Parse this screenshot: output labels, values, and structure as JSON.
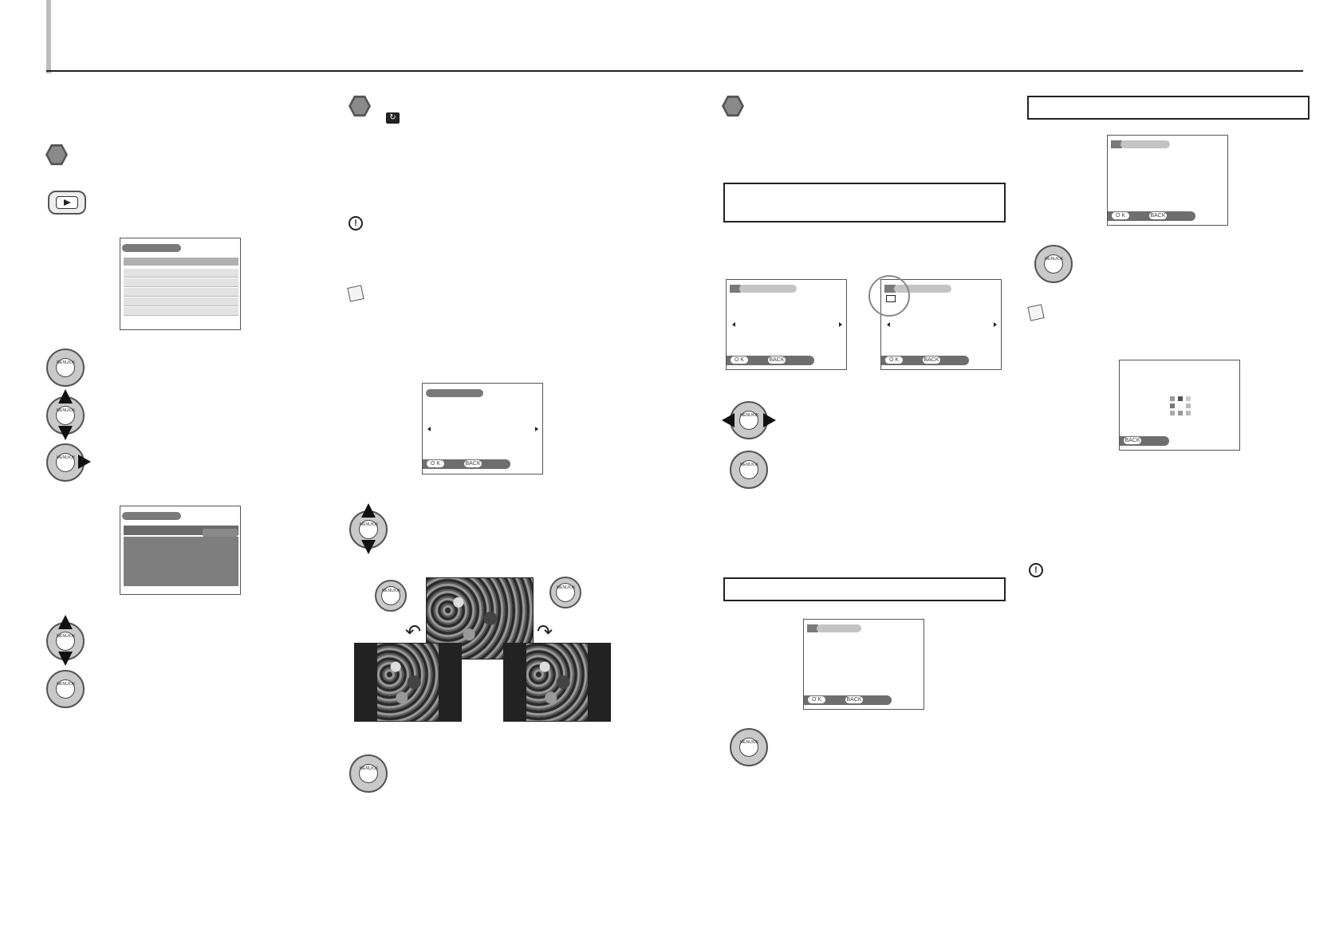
{
  "lcd": {
    "ok_label": "O K",
    "back_label": "BACK"
  },
  "dpad": {
    "center_label": "MENU/OK"
  }
}
